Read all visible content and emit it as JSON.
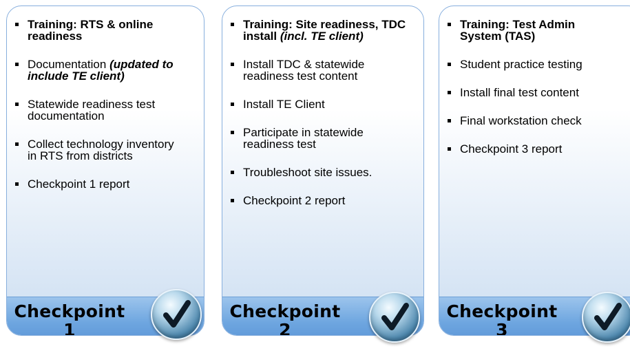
{
  "columns": [
    {
      "items": [
        {
          "text": "Training: RTS & online readiness",
          "bold": true
        },
        {
          "text": "Documentation ",
          "italic": "(updated to include TE client)"
        },
        {
          "text": "Statewide readiness test documentation"
        },
        {
          "text": "Collect technology inventory in RTS from districts"
        },
        {
          "text": "Checkpoint 1 report"
        }
      ],
      "checkpoint_word": "Checkpoint",
      "checkpoint_number": "1"
    },
    {
      "items": [
        {
          "text": "Training: Site readiness, TDC install ",
          "italic": "(incl. TE client)",
          "bold": true
        },
        {
          "text": "Install TDC & statewide readiness test content"
        },
        {
          "text": "Install TE Client"
        },
        {
          "text": "Participate in statewide readiness test"
        },
        {
          "text": "Troubleshoot site issues."
        },
        {
          "text": "Checkpoint 2 report"
        }
      ],
      "checkpoint_word": "Checkpoint",
      "checkpoint_number": "2"
    },
    {
      "items": [
        {
          "text": "Training: Test Admin System (TAS)",
          "bold": true
        },
        {
          "text": "Student practice testing"
        },
        {
          "text": "Install final test content"
        },
        {
          "text": "Final workstation check"
        },
        {
          "text": "Checkpoint 3 report"
        }
      ],
      "checkpoint_word": "Checkpoint",
      "checkpoint_number": "3"
    }
  ],
  "check_icon": "checkmark-icon"
}
